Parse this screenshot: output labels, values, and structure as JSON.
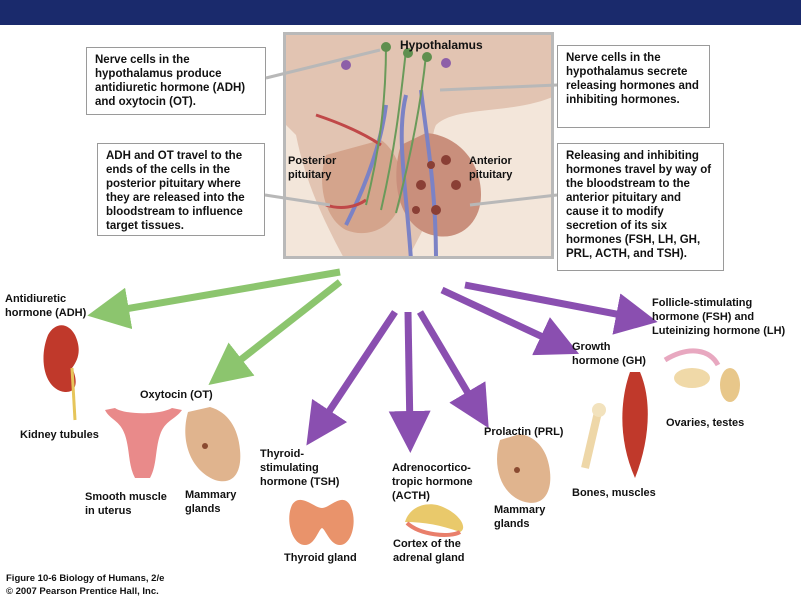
{
  "colors": {
    "top_bar": "#1a2a6c",
    "posterior_arrows": "#8cc56e",
    "anterior_arrows": "#8a4fb0"
  },
  "hypothalamus": {
    "title": "Hypothalamus",
    "posterior_label": "Posterior\npituitary",
    "anterior_label": "Anterior\npituitary"
  },
  "callouts": {
    "nerve_adh": "Nerve cells in the hypothalamus produce antidiuretic hormone (ADH) and oxytocin (OT).",
    "nerve_releasing": "Nerve cells in the hypothalamus secrete releasing hormones and inhibiting hormones.",
    "adh_ot_travel": "ADH and OT travel to the ends of the cells in the posterior pituitary where they are released into the bloodstream to influence target tissues.",
    "releasing_travel": "Releasing and inhibiting hormones travel by way of the bloodstream to the anterior pituitary and cause it to modify secretion of its six hormones (FSH, LH, GH, PRL, ACTH, and TSH)."
  },
  "hormones": {
    "adh": "Antidiuretic\nhormone (ADH)",
    "ot": "Oxytocin (OT)",
    "tsh": "Thyroid-\nstimulating\nhormone (TSH)",
    "acth": "Adrenocortico-\ntropic hormone\n(ACTH)",
    "prl": "Prolactin (PRL)",
    "gh": "Growth\nhormone (GH)",
    "fsh_lh": "Follicle-stimulating\nhormone (FSH) and\nLuteinizing hormone (LH)"
  },
  "targets": {
    "kidney": "Kidney tubules",
    "uterus": "Smooth muscle\nin uterus",
    "mammary_ot": "Mammary\nglands",
    "thyroid": "Thyroid gland",
    "adrenal": "Cortex of the\nadrenal gland",
    "mammary_prl": "Mammary\nglands",
    "bones": "Bones, muscles",
    "ovaries": "Ovaries, testes"
  },
  "caption": {
    "line1": "Figure 10-6  Biology of Humans, 2/e",
    "line2": "© 2007 Pearson Prentice Hall, Inc."
  }
}
